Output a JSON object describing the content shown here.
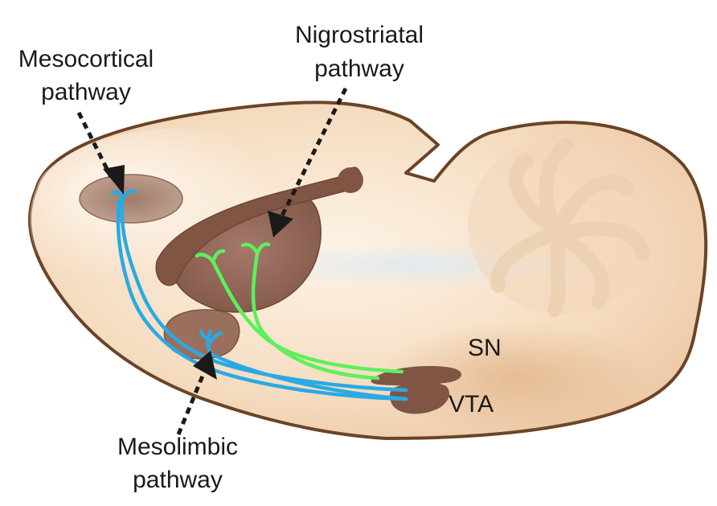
{
  "labels": {
    "mesocortical_line1": "Mesocortical",
    "mesocortical_line2": "pathway",
    "nigrostriatal_line1": "Nigrostriatal",
    "nigrostriatal_line2": "pathway",
    "mesolimbic_line1": "Mesolimbic",
    "mesolimbic_line2": "pathway",
    "sn": "SN",
    "vta": "VTA"
  },
  "colors": {
    "brain_fill": "#f5dcc0",
    "brain_outline": "#6b4326",
    "structure_fill": "#8b5e48",
    "structure_light": "#b48f7d",
    "mesocortical_mesolimbic_pathway": "#29aae3",
    "nigrostriatal_pathway": "#5cf05c",
    "arrow": "#1a1a1a"
  }
}
